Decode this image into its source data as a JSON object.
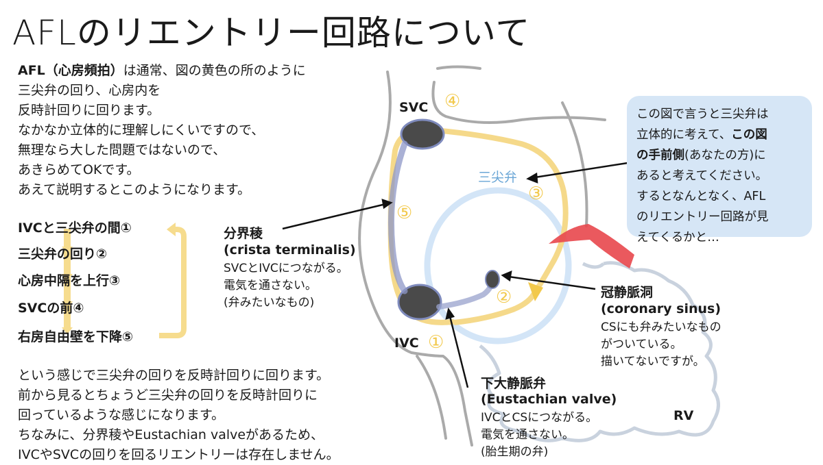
{
  "title": "AFLのリエントリー回路について",
  "intro": {
    "line1_bold": "AFL（心房頻拍）",
    "line1_rest": "は通常、図の黄色の所のように",
    "lines": [
      "三尖弁の回り、心房内を",
      "反時計回りに回ります。",
      "なかなか立体的に理解しにくいですので、",
      "無理なら大した問題ではないので、",
      "あきらめてOKです。",
      "あえて説明するとこのようになります。"
    ]
  },
  "steps": [
    "IVCと三尖弁の間①",
    "三尖弁の回り②",
    "心房中隔を上行③",
    "SVCの前④",
    "右房自由壁を下降⑤"
  ],
  "bottom_text": [
    "という感じで三尖弁の回りを反時計回りに回ります。",
    "前から見るとちょうど三尖弁の回りを反時計回りに",
    "回っているような感じになります。",
    "ちなみに、分界稜やEustachian valveがあるため、",
    "IVCやSVCの回りを回るリエントリーは存在しません。"
  ],
  "callout": {
    "line1": "この図で言うと三尖弁は",
    "line2_pre": "立体的に考えて、",
    "line2_bold": "この図",
    "line3_bold": "の手前側",
    "line3_rest": "(あなたの方)に",
    "line4": "あると考えてください。",
    "line5": "するとなんとなく、AFL",
    "line6": "のリエントリー回路が見",
    "line7": "えてくるかと…"
  },
  "labels": {
    "svc": "SVC",
    "ivc": "IVC",
    "rv": "RV",
    "tricuspid": "三尖弁",
    "num1": "①",
    "num2": "②",
    "num3": "③",
    "num4": "④",
    "num5": "⑤"
  },
  "crista": {
    "title": "分界稜",
    "latin": "(crista terminalis)",
    "notes": [
      "SVCとIVCにつながる。",
      "電気を通さない。",
      "(弁みたいなもの)"
    ]
  },
  "coronary": {
    "title": "冠静脈洞",
    "latin": "(coronary sinus)",
    "notes": [
      "CSにも弁みたいなもの",
      "がついている。",
      "描いてないですが。"
    ]
  },
  "eustachian": {
    "title": "下大静脈弁",
    "latin": "(Eustachian valve)",
    "notes": [
      "IVCとCSにつながる。",
      "電気を通さない。",
      "(胎生期の弁)"
    ]
  },
  "colors": {
    "circuit": "#f2c94c",
    "valve_blue": "#cfe2f5",
    "tricuspid_label": "#6aa6d6",
    "vessel": "#555555",
    "crista": "#8a96c8",
    "red": "#e8474c",
    "callout_bg": "#d6e6f6"
  }
}
